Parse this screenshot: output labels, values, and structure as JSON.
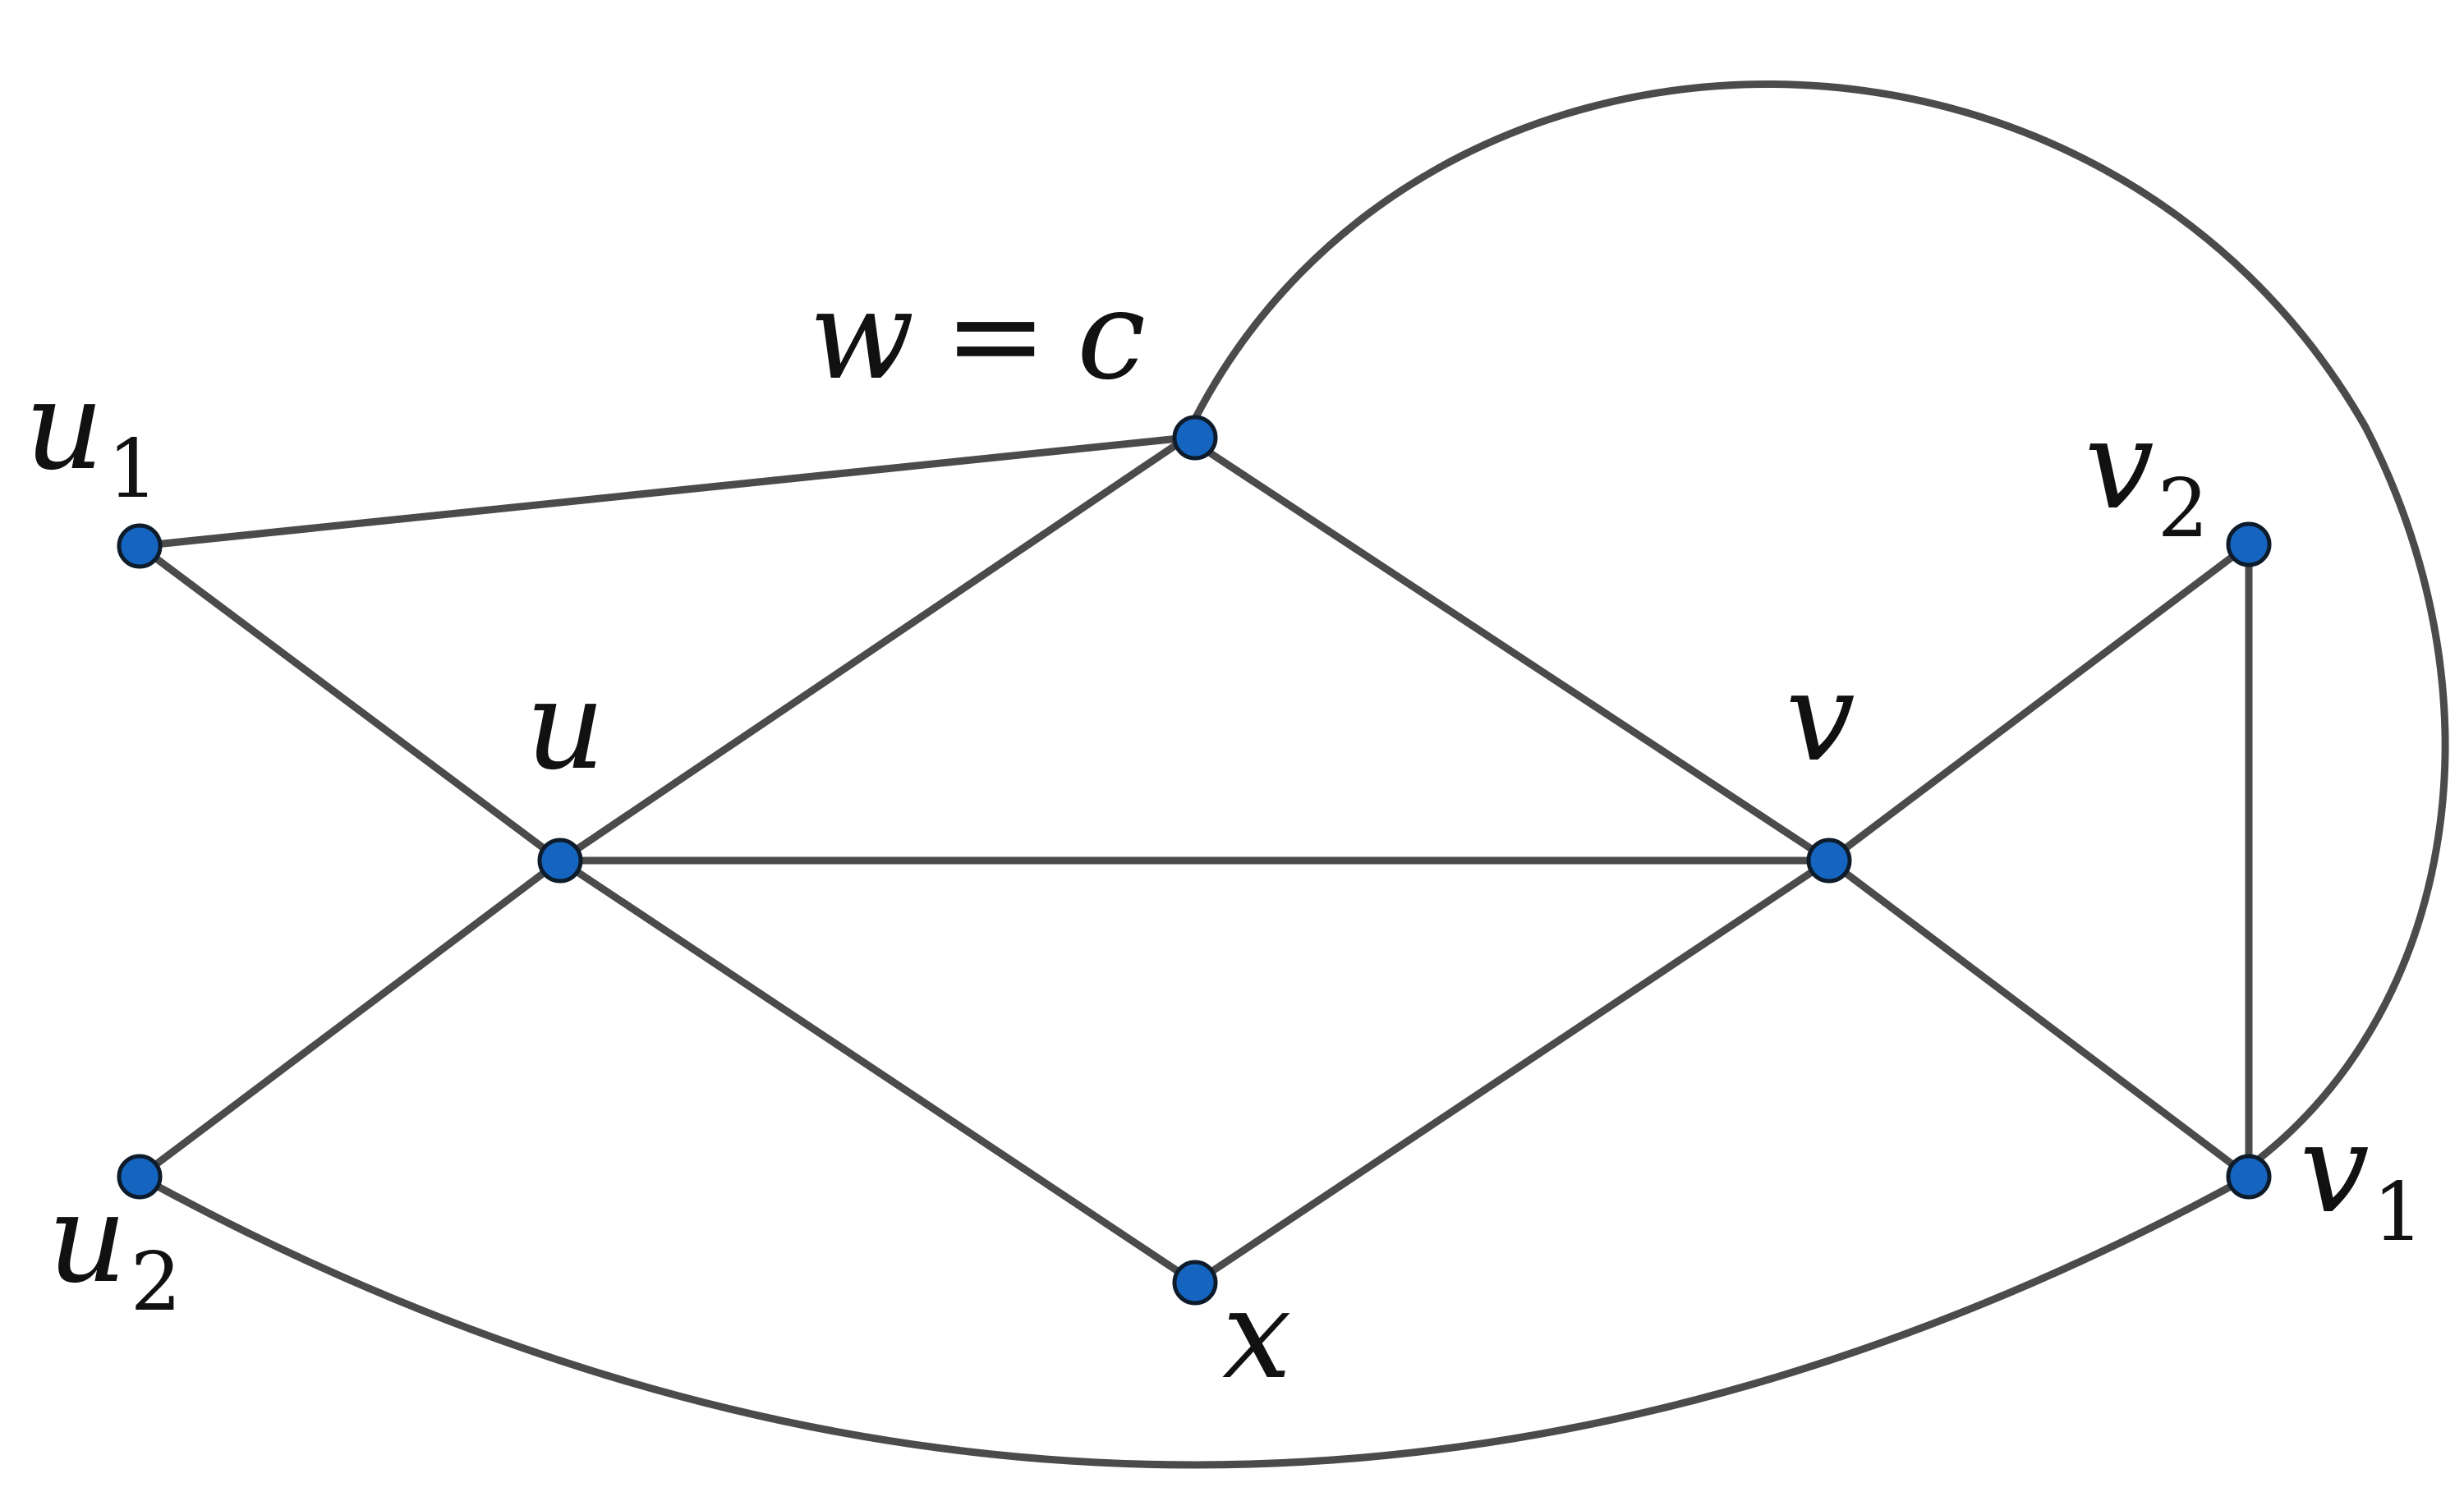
{
  "diagram": {
    "accent_color": "#1565c0",
    "edge_color": "#4b4b4b",
    "nodes": [
      {
        "id": "u1",
        "label_main": "u",
        "label_sub": "1"
      },
      {
        "id": "u",
        "label_main": "u",
        "label_sub": ""
      },
      {
        "id": "u2",
        "label_main": "u",
        "label_sub": "2"
      },
      {
        "id": "w",
        "label_main": "w",
        "label_op": "=",
        "label_rest": "c"
      },
      {
        "id": "x",
        "label_main": "x",
        "label_sub": ""
      },
      {
        "id": "v",
        "label_main": "v",
        "label_sub": ""
      },
      {
        "id": "v2",
        "label_main": "v",
        "label_sub": "2"
      },
      {
        "id": "v1",
        "label_main": "v",
        "label_sub": "1"
      }
    ],
    "edges": [
      [
        "u1",
        "w"
      ],
      [
        "u1",
        "u"
      ],
      [
        "u",
        "w"
      ],
      [
        "u",
        "v"
      ],
      [
        "u",
        "u2"
      ],
      [
        "u",
        "x"
      ],
      [
        "w",
        "v"
      ],
      [
        "x",
        "v"
      ],
      [
        "v",
        "v2"
      ],
      [
        "v",
        "v1"
      ],
      [
        "v2",
        "v1"
      ],
      [
        "w",
        "v1"
      ],
      [
        "u2",
        "v1"
      ]
    ]
  }
}
